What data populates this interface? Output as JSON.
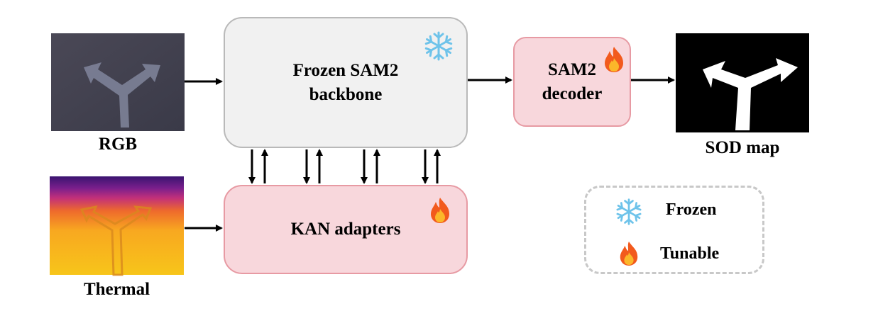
{
  "inputs": {
    "rgb_label": "RGB",
    "thermal_label": "Thermal"
  },
  "backbone": {
    "label": "Frozen SAM2\nbackbone",
    "status_icon": "snowflake-icon"
  },
  "decoder": {
    "label": "SAM2\ndecoder",
    "status_icon": "flame-icon"
  },
  "adapters": {
    "label": "KAN adapters",
    "status_icon": "flame-icon"
  },
  "output": {
    "label": "SOD map"
  },
  "legend": {
    "frozen_label": "Frozen",
    "tunable_label": "Tunable"
  },
  "colors": {
    "frozen_fill": "#f1f1f1",
    "frozen_border": "#b9b9b9",
    "tunable_fill": "#f8d7dc",
    "tunable_border": "#e79aa3",
    "arrow": "#000000"
  }
}
